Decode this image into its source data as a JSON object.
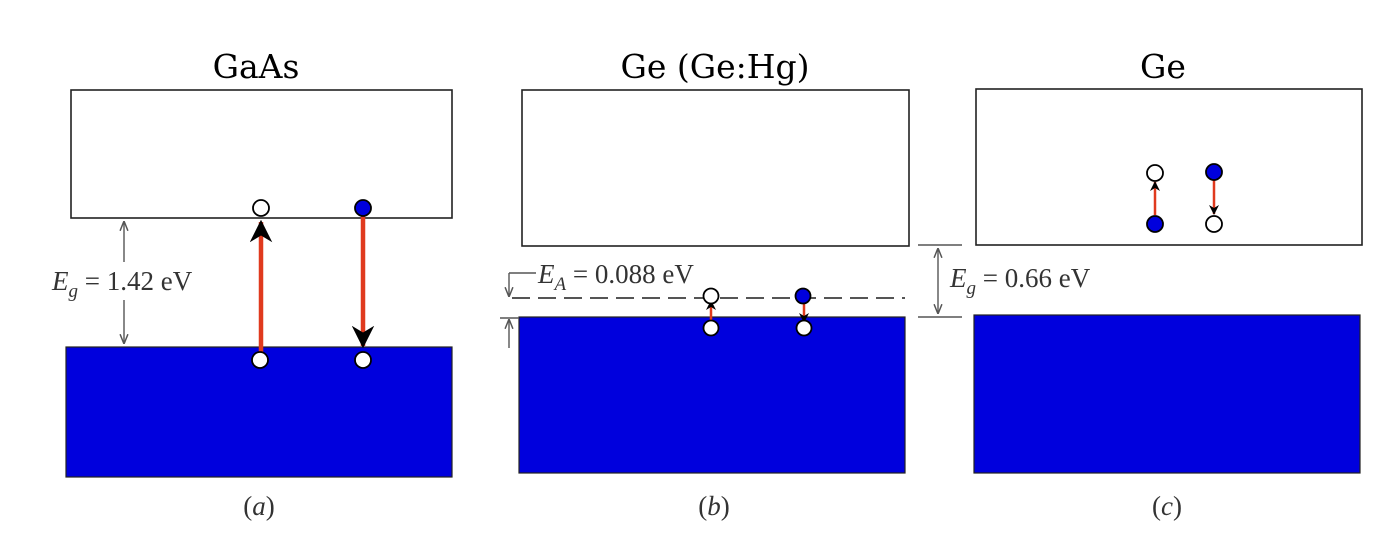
{
  "colors": {
    "band": "#0000dd",
    "transition": "#e03a1e",
    "electron_fill": "#0000dd",
    "hole_fill": "#ffffff",
    "arrowhead": "#000000"
  },
  "panels": [
    {
      "title": "GaAs",
      "caption_open": "(",
      "caption_letter": "a",
      "caption_close": ")",
      "energy_symbol": "E",
      "energy_subscript": "g",
      "energy_value": " = 1.42 eV"
    },
    {
      "title": "Ge (Ge:Hg)",
      "caption_open": "(",
      "caption_letter": "b",
      "caption_close": ")",
      "energy_symbol": "E",
      "energy_subscript": "A",
      "energy_value": " = 0.088 eV"
    },
    {
      "title": "Ge",
      "caption_open": "(",
      "caption_letter": "c",
      "caption_close": ")",
      "energy_symbol": "E",
      "energy_subscript": "g",
      "energy_value": " = 0.66 eV"
    }
  ]
}
